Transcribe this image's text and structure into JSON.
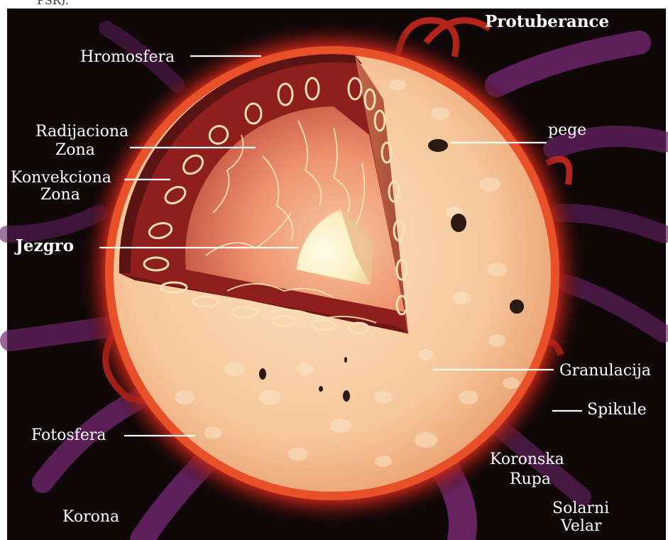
{
  "page": {
    "top_fragment": "PSR)."
  },
  "labels": {
    "hromosfera": "Hromosfera",
    "protuberance": "Protuberance",
    "radijaciona_1": "Radijaciona",
    "radijaciona_2": "Zona",
    "konvekciona_1": "Konvekciona",
    "konvekciona_2": "Zona",
    "jezgro": "Jezgro",
    "pege": "pege",
    "granulacija": "Granulacija",
    "spikule": "Spikule",
    "fotosfera": "Fotosfera",
    "koronska_1": "Koronska",
    "koronska_2": "Rupa",
    "korona": "Korona",
    "solarni_1": "Solarni",
    "solarni_2": "Velar"
  },
  "colors": {
    "background": "#0f0708",
    "photosphere": "#f7caa0",
    "chromosphere_glow": "#e0401a",
    "convection_zone": "#8e1f1c",
    "radiation_zone": "#ec8a66",
    "core": "#fff2c8",
    "corona_purple": "#7a2a78",
    "sunspot": "#2a1a14"
  }
}
